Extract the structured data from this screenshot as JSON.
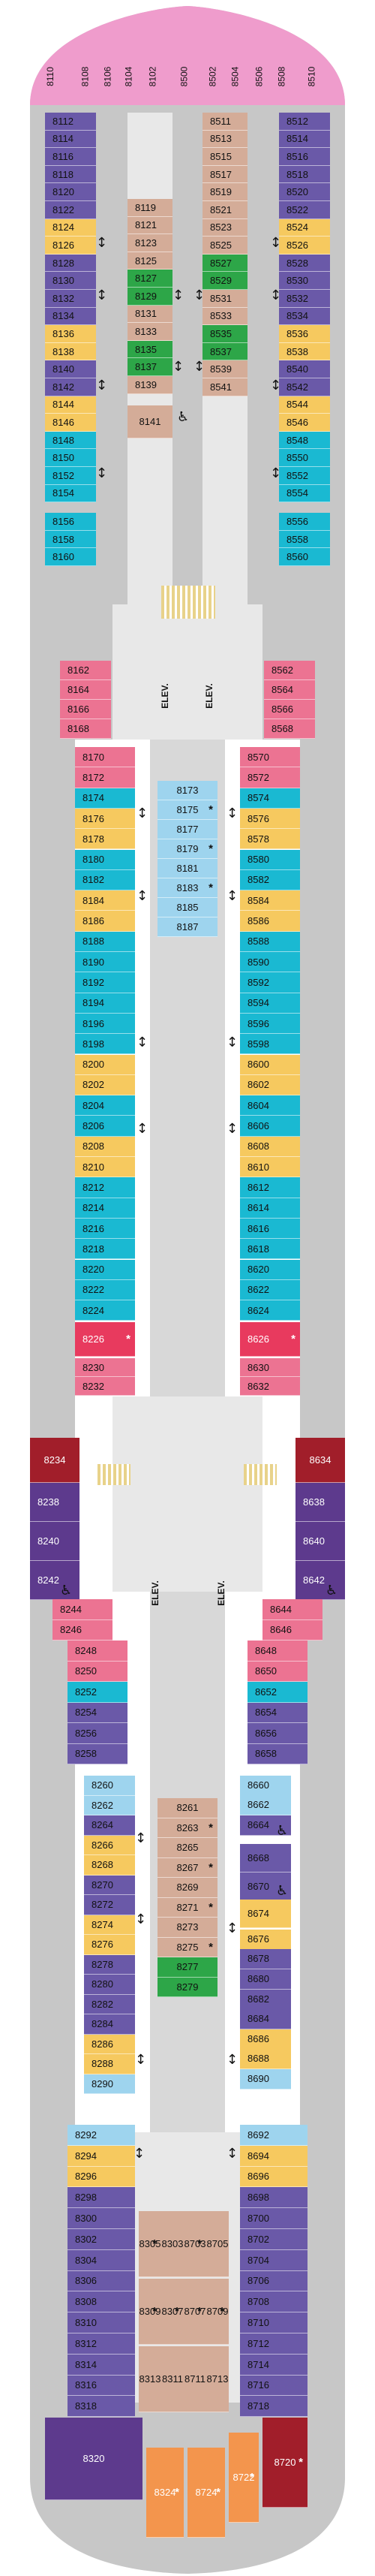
{
  "colors": {
    "purple": "#6a59a8",
    "blue_light": "#9ed4ee",
    "teal": "#1ab9d2",
    "yellow": "#f6c95f",
    "tan": "#d4ac98",
    "green": "#2da648",
    "pink": "#ec7392",
    "red": "#e83a5e",
    "darkred": "#a11e2a",
    "darkpurple": "#5d3a8d",
    "orange": "#f3954d",
    "bow_pink": "#ef9ccc",
    "hull": "#c7c7c7",
    "corridor": "#e8e8e8"
  },
  "labels": {
    "elevator": "ELEV."
  },
  "bow_cabins": [
    "8110",
    "8108",
    "8106",
    "8104",
    "8102",
    "8500",
    "8502",
    "8504",
    "8506",
    "8508",
    "8510"
  ],
  "cabins": [
    {
      "n": "8112",
      "c": "purple"
    },
    {
      "n": "8114",
      "c": "purple"
    },
    {
      "n": "8116",
      "c": "purple"
    },
    {
      "n": "8118",
      "c": "purple"
    },
    {
      "n": "8120",
      "c": "purple"
    },
    {
      "n": "8122",
      "c": "purple"
    },
    {
      "n": "8124",
      "c": "yellow"
    },
    {
      "n": "8126",
      "c": "yellow"
    },
    {
      "n": "8128",
      "c": "purple"
    },
    {
      "n": "8130",
      "c": "purple"
    },
    {
      "n": "8132",
      "c": "purple"
    },
    {
      "n": "8134",
      "c": "purple"
    },
    {
      "n": "8136",
      "c": "yellow"
    },
    {
      "n": "8138",
      "c": "yellow"
    },
    {
      "n": "8140",
      "c": "purple"
    },
    {
      "n": "8142",
      "c": "purple"
    },
    {
      "n": "8144",
      "c": "yellow"
    },
    {
      "n": "8146",
      "c": "yellow"
    },
    {
      "n": "8148",
      "c": "teal"
    },
    {
      "n": "8150",
      "c": "teal"
    },
    {
      "n": "8152",
      "c": "teal"
    },
    {
      "n": "8154",
      "c": "teal"
    },
    {
      "n": "8156",
      "c": "teal"
    },
    {
      "n": "8158",
      "c": "teal"
    },
    {
      "n": "8160",
      "c": "teal"
    },
    {
      "n": "8512",
      "c": "purple"
    },
    {
      "n": "8514",
      "c": "purple"
    },
    {
      "n": "8516",
      "c": "purple"
    },
    {
      "n": "8518",
      "c": "purple"
    },
    {
      "n": "8520",
      "c": "purple"
    },
    {
      "n": "8522",
      "c": "purple"
    },
    {
      "n": "8524",
      "c": "yellow"
    },
    {
      "n": "8526",
      "c": "yellow"
    },
    {
      "n": "8528",
      "c": "purple"
    },
    {
      "n": "8530",
      "c": "purple"
    },
    {
      "n": "8532",
      "c": "purple"
    },
    {
      "n": "8534",
      "c": "purple"
    },
    {
      "n": "8536",
      "c": "yellow"
    },
    {
      "n": "8538",
      "c": "yellow"
    },
    {
      "n": "8540",
      "c": "purple"
    },
    {
      "n": "8542",
      "c": "purple"
    },
    {
      "n": "8544",
      "c": "yellow"
    },
    {
      "n": "8546",
      "c": "yellow"
    },
    {
      "n": "8548",
      "c": "teal"
    },
    {
      "n": "8550",
      "c": "teal"
    },
    {
      "n": "8552",
      "c": "teal"
    },
    {
      "n": "8554",
      "c": "teal"
    },
    {
      "n": "8556",
      "c": "teal"
    },
    {
      "n": "8558",
      "c": "teal"
    },
    {
      "n": "8560",
      "c": "teal"
    },
    {
      "n": "8119",
      "c": "tan"
    },
    {
      "n": "8121",
      "c": "tan"
    },
    {
      "n": "8123",
      "c": "tan"
    },
    {
      "n": "8125",
      "c": "tan"
    },
    {
      "n": "8127",
      "c": "green"
    },
    {
      "n": "8129",
      "c": "green"
    },
    {
      "n": "8131",
      "c": "tan"
    },
    {
      "n": "8133",
      "c": "tan"
    },
    {
      "n": "8135",
      "c": "green"
    },
    {
      "n": "8137",
      "c": "green"
    },
    {
      "n": "8139",
      "c": "tan"
    },
    {
      "n": "8141",
      "c": "tan"
    },
    {
      "n": "8511",
      "c": "tan"
    },
    {
      "n": "8513",
      "c": "tan"
    },
    {
      "n": "8515",
      "c": "tan"
    },
    {
      "n": "8517",
      "c": "tan"
    },
    {
      "n": "8519",
      "c": "tan"
    },
    {
      "n": "8521",
      "c": "tan"
    },
    {
      "n": "8523",
      "c": "tan"
    },
    {
      "n": "8525",
      "c": "tan"
    },
    {
      "n": "8527",
      "c": "green"
    },
    {
      "n": "8529",
      "c": "green"
    },
    {
      "n": "8531",
      "c": "tan"
    },
    {
      "n": "8533",
      "c": "tan"
    },
    {
      "n": "8535",
      "c": "green"
    },
    {
      "n": "8537",
      "c": "green"
    },
    {
      "n": "8539",
      "c": "tan"
    },
    {
      "n": "8541",
      "c": "tan"
    },
    {
      "n": "8162",
      "c": "pink"
    },
    {
      "n": "8164",
      "c": "pink"
    },
    {
      "n": "8166",
      "c": "pink"
    },
    {
      "n": "8168",
      "c": "pink"
    },
    {
      "n": "8562",
      "c": "pink"
    },
    {
      "n": "8564",
      "c": "pink"
    },
    {
      "n": "8566",
      "c": "pink"
    },
    {
      "n": "8568",
      "c": "pink"
    },
    {
      "n": "8170",
      "c": "pink"
    },
    {
      "n": "8172",
      "c": "pink"
    },
    {
      "n": "8174",
      "c": "teal"
    },
    {
      "n": "8176",
      "c": "yellow"
    },
    {
      "n": "8178",
      "c": "yellow"
    },
    {
      "n": "8180",
      "c": "teal"
    },
    {
      "n": "8182",
      "c": "teal"
    },
    {
      "n": "8184",
      "c": "yellow"
    },
    {
      "n": "8186",
      "c": "yellow"
    },
    {
      "n": "8188",
      "c": "teal"
    },
    {
      "n": "8190",
      "c": "teal"
    },
    {
      "n": "8192",
      "c": "teal"
    },
    {
      "n": "8194",
      "c": "teal"
    },
    {
      "n": "8196",
      "c": "teal"
    },
    {
      "n": "8198",
      "c": "teal"
    },
    {
      "n": "8200",
      "c": "yellow"
    },
    {
      "n": "8202",
      "c": "yellow"
    },
    {
      "n": "8204",
      "c": "teal"
    },
    {
      "n": "8206",
      "c": "teal"
    },
    {
      "n": "8208",
      "c": "yellow"
    },
    {
      "n": "8210",
      "c": "yellow"
    },
    {
      "n": "8212",
      "c": "teal"
    },
    {
      "n": "8214",
      "c": "teal"
    },
    {
      "n": "8216",
      "c": "teal"
    },
    {
      "n": "8218",
      "c": "teal"
    },
    {
      "n": "8220",
      "c": "teal"
    },
    {
      "n": "8222",
      "c": "teal"
    },
    {
      "n": "8224",
      "c": "teal"
    },
    {
      "n": "8226",
      "c": "red",
      "mark": "*"
    },
    {
      "n": "8230",
      "c": "pink"
    },
    {
      "n": "8232",
      "c": "pink"
    },
    {
      "n": "8570",
      "c": "pink"
    },
    {
      "n": "8572",
      "c": "pink"
    },
    {
      "n": "8574",
      "c": "teal"
    },
    {
      "n": "8576",
      "c": "yellow"
    },
    {
      "n": "8578",
      "c": "yellow"
    },
    {
      "n": "8580",
      "c": "teal"
    },
    {
      "n": "8582",
      "c": "teal"
    },
    {
      "n": "8584",
      "c": "yellow"
    },
    {
      "n": "8586",
      "c": "yellow"
    },
    {
      "n": "8588",
      "c": "teal"
    },
    {
      "n": "8590",
      "c": "teal"
    },
    {
      "n": "8592",
      "c": "teal"
    },
    {
      "n": "8594",
      "c": "teal"
    },
    {
      "n": "8596",
      "c": "teal"
    },
    {
      "n": "8598",
      "c": "teal"
    },
    {
      "n": "8600",
      "c": "yellow"
    },
    {
      "n": "8602",
      "c": "yellow"
    },
    {
      "n": "8604",
      "c": "teal"
    },
    {
      "n": "8606",
      "c": "teal"
    },
    {
      "n": "8608",
      "c": "yellow"
    },
    {
      "n": "8610",
      "c": "yellow"
    },
    {
      "n": "8612",
      "c": "teal"
    },
    {
      "n": "8614",
      "c": "teal"
    },
    {
      "n": "8616",
      "c": "teal"
    },
    {
      "n": "8618",
      "c": "teal"
    },
    {
      "n": "8620",
      "c": "teal"
    },
    {
      "n": "8622",
      "c": "teal"
    },
    {
      "n": "8624",
      "c": "teal"
    },
    {
      "n": "8626",
      "c": "red",
      "mark": "*"
    },
    {
      "n": "8630",
      "c": "pink"
    },
    {
      "n": "8632",
      "c": "pink"
    },
    {
      "n": "8173",
      "c": "blue_light"
    },
    {
      "n": "8175",
      "c": "blue_light",
      "mark": "*"
    },
    {
      "n": "8177",
      "c": "blue_light"
    },
    {
      "n": "8179",
      "c": "blue_light",
      "mark": "*"
    },
    {
      "n": "8181",
      "c": "blue_light"
    },
    {
      "n": "8183",
      "c": "blue_light",
      "mark": "*"
    },
    {
      "n": "8185",
      "c": "blue_light"
    },
    {
      "n": "8187",
      "c": "blue_light"
    },
    {
      "n": "8234",
      "c": "darkred"
    },
    {
      "n": "8238",
      "c": "darkpurple"
    },
    {
      "n": "8240",
      "c": "darkpurple"
    },
    {
      "n": "8242",
      "c": "darkpurple"
    },
    {
      "n": "8634",
      "c": "darkred"
    },
    {
      "n": "8638",
      "c": "darkpurple"
    },
    {
      "n": "8640",
      "c": "darkpurple"
    },
    {
      "n": "8642",
      "c": "darkpurple"
    },
    {
      "n": "8244",
      "c": "pink"
    },
    {
      "n": "8246",
      "c": "pink"
    },
    {
      "n": "8248",
      "c": "pink"
    },
    {
      "n": "8250",
      "c": "pink"
    },
    {
      "n": "8252",
      "c": "teal"
    },
    {
      "n": "8254",
      "c": "purple"
    },
    {
      "n": "8256",
      "c": "purple"
    },
    {
      "n": "8258",
      "c": "purple"
    },
    {
      "n": "8644",
      "c": "pink"
    },
    {
      "n": "8646",
      "c": "pink"
    },
    {
      "n": "8648",
      "c": "pink"
    },
    {
      "n": "8650",
      "c": "pink"
    },
    {
      "n": "8652",
      "c": "teal"
    },
    {
      "n": "8654",
      "c": "purple"
    },
    {
      "n": "8656",
      "c": "purple"
    },
    {
      "n": "8658",
      "c": "purple"
    },
    {
      "n": "8260",
      "c": "blue_light"
    },
    {
      "n": "8262",
      "c": "blue_light"
    },
    {
      "n": "8264",
      "c": "purple"
    },
    {
      "n": "8266",
      "c": "yellow"
    },
    {
      "n": "8268",
      "c": "yellow"
    },
    {
      "n": "8270",
      "c": "purple"
    },
    {
      "n": "8272",
      "c": "purple"
    },
    {
      "n": "8274",
      "c": "yellow"
    },
    {
      "n": "8276",
      "c": "yellow"
    },
    {
      "n": "8278",
      "c": "purple"
    },
    {
      "n": "8280",
      "c": "purple"
    },
    {
      "n": "8282",
      "c": "purple"
    },
    {
      "n": "8284",
      "c": "purple"
    },
    {
      "n": "8286",
      "c": "yellow"
    },
    {
      "n": "8288",
      "c": "yellow"
    },
    {
      "n": "8290",
      "c": "blue_light"
    },
    {
      "n": "8660",
      "c": "blue_light"
    },
    {
      "n": "8662",
      "c": "blue_light"
    },
    {
      "n": "8664",
      "c": "purple"
    },
    {
      "n": "8668",
      "c": "purple"
    },
    {
      "n": "8670",
      "c": "purple"
    },
    {
      "n": "8674",
      "c": "yellow"
    },
    {
      "n": "8676",
      "c": "yellow"
    },
    {
      "n": "8678",
      "c": "purple"
    },
    {
      "n": "8680",
      "c": "purple"
    },
    {
      "n": "8682",
      "c": "purple"
    },
    {
      "n": "8684",
      "c": "purple"
    },
    {
      "n": "8686",
      "c": "yellow"
    },
    {
      "n": "8688",
      "c": "yellow"
    },
    {
      "n": "8690",
      "c": "blue_light"
    },
    {
      "n": "8261",
      "c": "tan"
    },
    {
      "n": "8263",
      "c": "tan",
      "mark": "*"
    },
    {
      "n": "8265",
      "c": "tan"
    },
    {
      "n": "8267",
      "c": "tan",
      "mark": "*"
    },
    {
      "n": "8269",
      "c": "tan"
    },
    {
      "n": "8271",
      "c": "tan",
      "mark": "*"
    },
    {
      "n": "8273",
      "c": "tan"
    },
    {
      "n": "8275",
      "c": "tan",
      "mark": "*"
    },
    {
      "n": "8277",
      "c": "green"
    },
    {
      "n": "8279",
      "c": "green"
    },
    {
      "n": "8292",
      "c": "blue_light"
    },
    {
      "n": "8294",
      "c": "yellow"
    },
    {
      "n": "8296",
      "c": "yellow"
    },
    {
      "n": "8298",
      "c": "purple"
    },
    {
      "n": "8300",
      "c": "purple"
    },
    {
      "n": "8302",
      "c": "purple"
    },
    {
      "n": "8304",
      "c": "purple"
    },
    {
      "n": "8306",
      "c": "purple"
    },
    {
      "n": "8308",
      "c": "purple"
    },
    {
      "n": "8310",
      "c": "purple"
    },
    {
      "n": "8312",
      "c": "purple"
    },
    {
      "n": "8314",
      "c": "purple"
    },
    {
      "n": "8316",
      "c": "purple"
    },
    {
      "n": "8318",
      "c": "purple"
    },
    {
      "n": "8692",
      "c": "blue_light"
    },
    {
      "n": "8694",
      "c": "yellow"
    },
    {
      "n": "8696",
      "c": "yellow"
    },
    {
      "n": "8698",
      "c": "purple"
    },
    {
      "n": "8700",
      "c": "purple"
    },
    {
      "n": "8702",
      "c": "purple"
    },
    {
      "n": "8704",
      "c": "purple"
    },
    {
      "n": "8706",
      "c": "purple"
    },
    {
      "n": "8708",
      "c": "purple"
    },
    {
      "n": "8710",
      "c": "purple"
    },
    {
      "n": "8712",
      "c": "purple"
    },
    {
      "n": "8714",
      "c": "purple"
    },
    {
      "n": "8716",
      "c": "purple"
    },
    {
      "n": "8718",
      "c": "purple"
    },
    {
      "n": "8305",
      "c": "tan",
      "mark": "*"
    },
    {
      "n": "8303",
      "c": "tan"
    },
    {
      "n": "8703",
      "c": "tan",
      "mark": "*"
    },
    {
      "n": "8705",
      "c": "tan"
    },
    {
      "n": "8309",
      "c": "tan",
      "mark": "*"
    },
    {
      "n": "8307",
      "c": "tan",
      "mark": "*"
    },
    {
      "n": "8707",
      "c": "tan",
      "mark": "*"
    },
    {
      "n": "8709",
      "c": "tan",
      "mark": "*"
    },
    {
      "n": "8313",
      "c": "tan"
    },
    {
      "n": "8311",
      "c": "tan"
    },
    {
      "n": "8711",
      "c": "tan"
    },
    {
      "n": "8713",
      "c": "tan"
    },
    {
      "n": "8320",
      "c": "darkpurple"
    },
    {
      "n": "8324",
      "c": "orange",
      "mark": "*"
    },
    {
      "n": "8724",
      "c": "orange",
      "mark": "*"
    },
    {
      "n": "8722",
      "c": "orange",
      "mark": "*"
    },
    {
      "n": "8720",
      "c": "darkred",
      "mark": "*"
    }
  ]
}
